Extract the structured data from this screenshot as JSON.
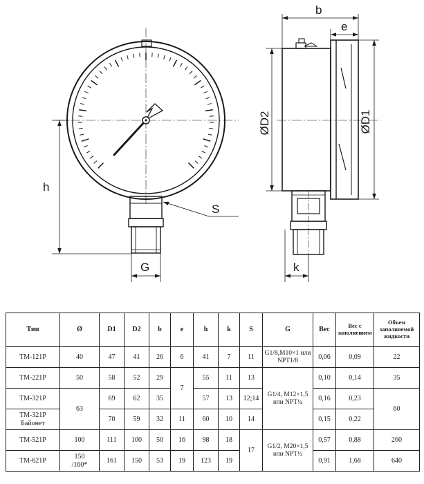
{
  "drawing": {
    "labels": {
      "b": "b",
      "e": "e",
      "D2": "ØD2",
      "D1": "ØD1",
      "h": "h",
      "S": "S",
      "G": "G",
      "k": "k"
    }
  },
  "table": {
    "headers": {
      "type": "Тип",
      "diam": "Ø",
      "d1": "D1",
      "d2": "D2",
      "b": "b",
      "e": "e",
      "h": "h",
      "k": "k",
      "s": "S",
      "g": "G",
      "weight": "Вес",
      "weight_filled": "Вес с заполнением",
      "volume": "Объем заполняемой жидкости"
    },
    "rows": [
      {
        "type": "ТМ-121Р",
        "diam": "40",
        "d1": "47",
        "d2": "41",
        "b": "26",
        "e": "6",
        "h": "41",
        "k": "7",
        "s": "11",
        "g": "G1/8,М10×1 или NPT1/8",
        "weight": "0,06",
        "weight_filled": "0,09",
        "volume": "22"
      },
      {
        "type": "ТМ-221Р",
        "diam": "50",
        "d1": "58",
        "d2": "52",
        "b": "29",
        "e": "7",
        "h": "55",
        "k": "11",
        "s": "13",
        "g": "G1/4, М12×1,5 или NPT¼",
        "weight": "0,10",
        "weight_filled": "0,14",
        "volume": "35"
      },
      {
        "type": "ТМ-321Р",
        "diam": "63",
        "d1": "69",
        "d2": "62",
        "b": "35",
        "h": "57",
        "k": "13",
        "s": "12;14",
        "weight": "0,16",
        "weight_filled": "0,23",
        "volume": "60"
      },
      {
        "type": "ТМ-321Р",
        "type2": "Байонет",
        "d1": "70",
        "d2": "59",
        "b": "32",
        "e": "11",
        "h": "60",
        "k": "10",
        "s": "14",
        "weight": "0,15",
        "weight_filled": "0,22"
      },
      {
        "type": "ТМ-521Р",
        "diam": "100",
        "d1": "111",
        "d2": "100",
        "b": "50",
        "e": "16",
        "h": "98",
        "k": "18",
        "s": "17",
        "g": "G1/2, М20×1,5 или NPT½",
        "weight": "0,57",
        "weight_filled": "0,88",
        "volume": "260"
      },
      {
        "type": "ТМ-621Р",
        "diam": "150",
        "diam2": "/160*",
        "d1": "161",
        "d2": "150",
        "b": "53",
        "e": "19",
        "h": "123",
        "k": "19",
        "weight": "0,91",
        "weight_filled": "1,68",
        "volume": "640"
      }
    ]
  }
}
